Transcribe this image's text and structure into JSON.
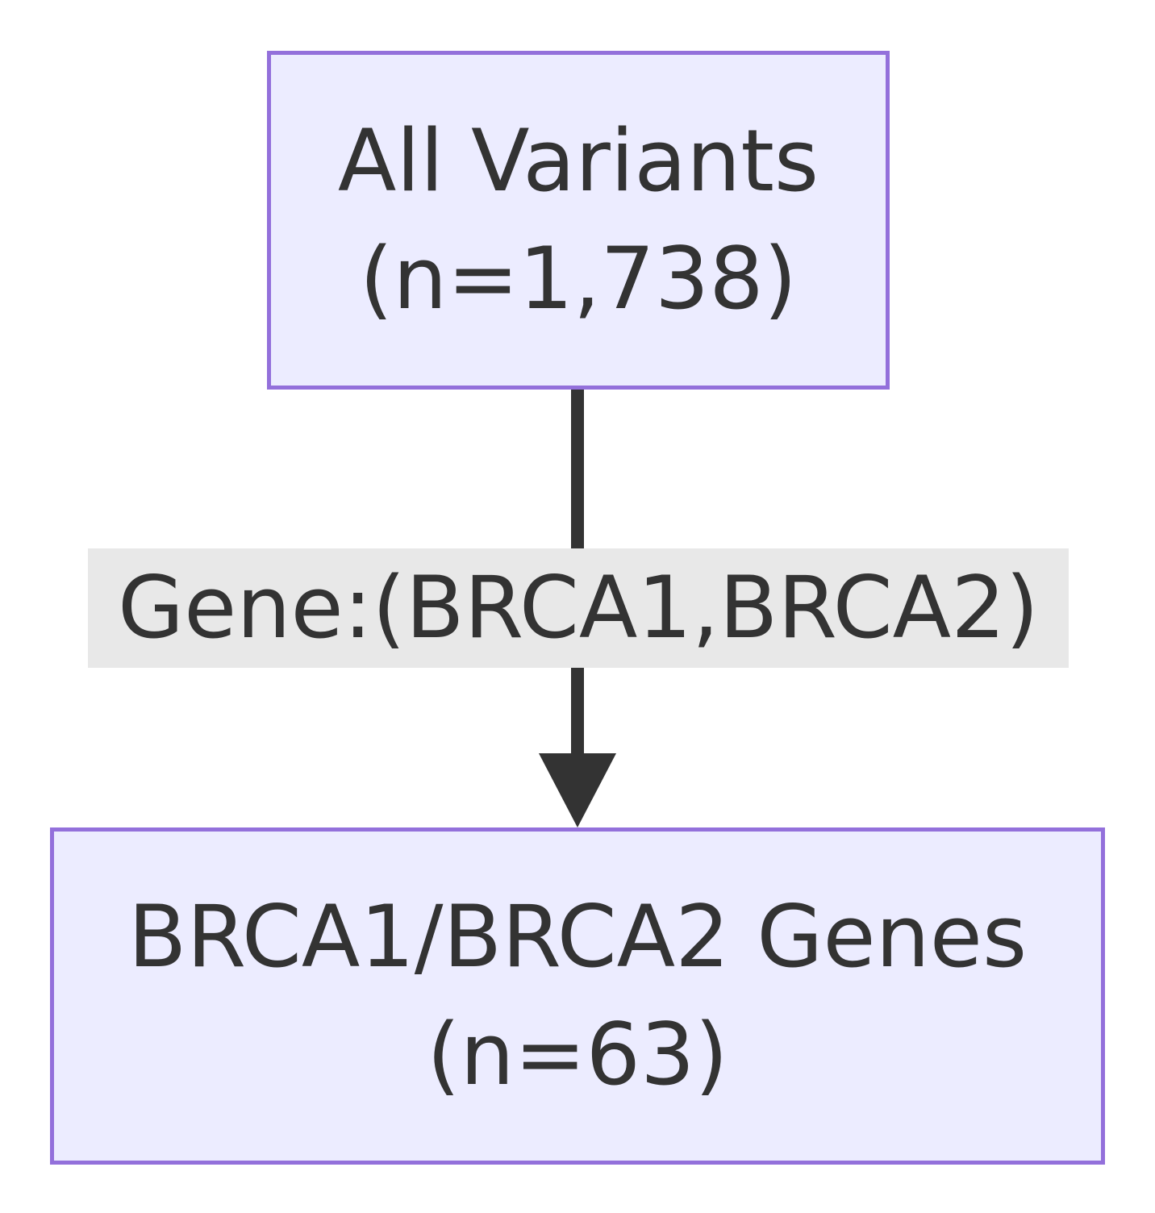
{
  "diagram": {
    "nodes": [
      {
        "id": "all-variants",
        "lines": [
          "All Variants",
          "(n=1,738)"
        ]
      },
      {
        "id": "brca-genes",
        "lines": [
          "BRCA1/BRCA2 Genes",
          "(n=63)"
        ]
      }
    ],
    "edges": [
      {
        "from": "all-variants",
        "to": "brca-genes",
        "label": "Gene:(BRCA1,BRCA2)"
      }
    ]
  },
  "colors": {
    "node_fill": "#ECECFF",
    "node_border": "#9370DB",
    "edge_line": "#333333",
    "edge_label_bg": "#E8E8E8",
    "text": "#333333"
  }
}
